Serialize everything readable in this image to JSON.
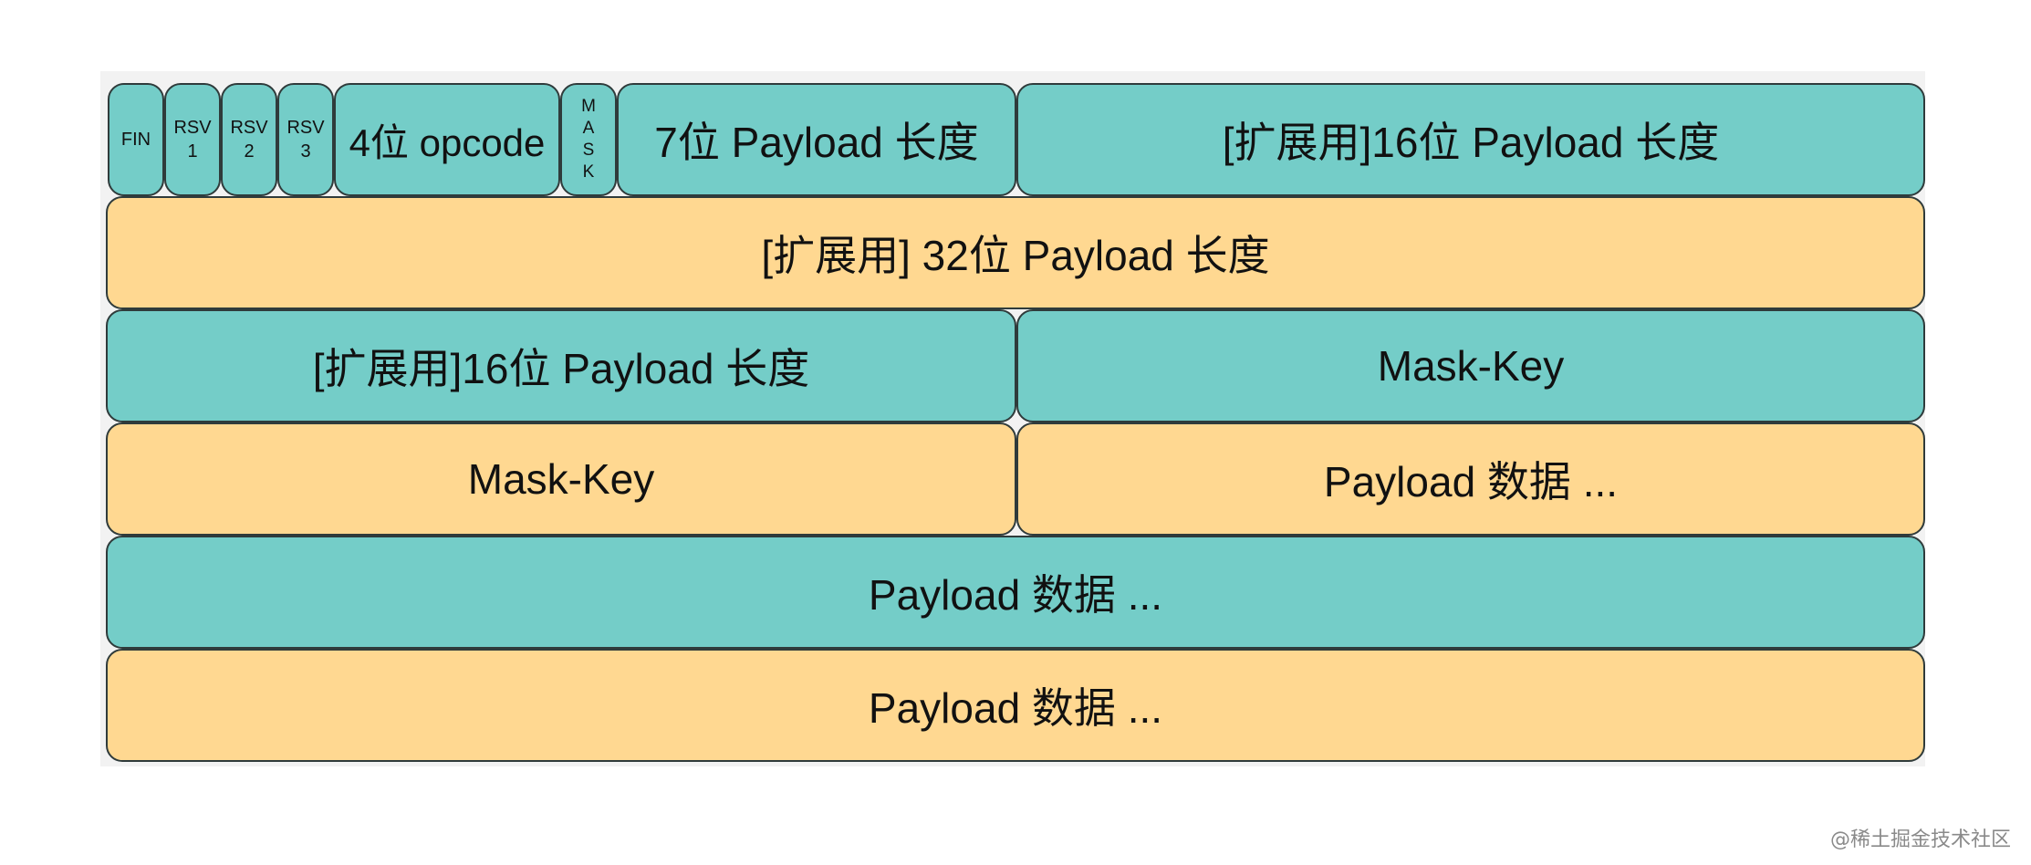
{
  "frame": {
    "row1": {
      "fin": "FIN",
      "rsv1": [
        "RSV",
        "1"
      ],
      "rsv2": [
        "RSV",
        "2"
      ],
      "rsv3": [
        "RSV",
        "3"
      ],
      "opcode": "4位 opcode",
      "mask": [
        "M",
        "A",
        "S",
        "K"
      ],
      "payload_len_7": "7位 Payload 长度",
      "ext_payload_len_16": "[扩展用]16位 Payload 长度"
    },
    "row2": {
      "ext_payload_len_32": "[扩展用] 32位 Payload 长度"
    },
    "row3": {
      "ext_payload_len_16": "[扩展用]16位 Payload 长度",
      "mask_key": "Mask-Key"
    },
    "row4": {
      "mask_key": "Mask-Key",
      "payload_data": "Payload 数据 ..."
    },
    "row5": {
      "payload_data": "Payload 数据 ..."
    },
    "row6": {
      "payload_data": "Payload 数据 ..."
    }
  },
  "colors": {
    "teal": "#74cdc8",
    "peach": "#ffd891",
    "border": "#2f3b3b",
    "background": "#f2f2f2"
  },
  "watermark": "@稀土掘金技术社区"
}
